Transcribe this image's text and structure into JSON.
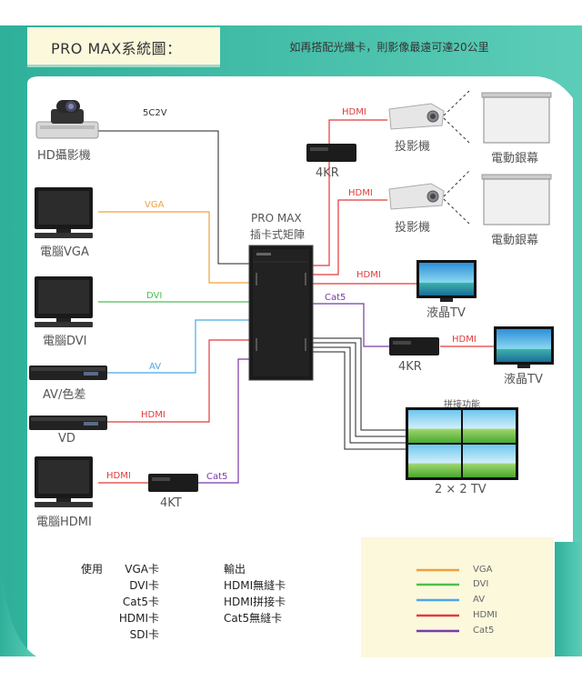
{
  "header": {
    "title": "PRO MAX系統圖：",
    "subtitle": "如再搭配光纖卡，則影像最遠可達20公里"
  },
  "matrix": {
    "name_line1": "PRO MAX",
    "name_line2": "插卡式矩陣"
  },
  "sources": {
    "hd_camera": "HD攝影機",
    "pc_vga": "電腦VGA",
    "pc_dvi": "電腦DVI",
    "av": "AV/色差",
    "vd": "VD",
    "pc_hdmi": "電腦HDMI",
    "kt4": "4KT"
  },
  "outputs": {
    "kr4_top": "4KR",
    "projector1": "投影機",
    "projector2": "投影機",
    "screen1": "電動銀幕",
    "screen2": "電動銀幕",
    "tv1": "液晶TV",
    "kr4_mid": "4KR",
    "tv2": "液晶TV",
    "video_wall_title": "拼接功能",
    "video_wall": "2 × 2  TV"
  },
  "links": {
    "c5c2v": "5C2V",
    "vga": "VGA",
    "dvi": "DVI",
    "av": "AV",
    "hdmi_vd": "HDMI",
    "hdmi_pc": "HDMI",
    "cat5_in": "Cat5",
    "hdmi_proj1": "HDMI",
    "hdmi_proj2": "HDMI",
    "hdmi_tv1": "HDMI",
    "cat5_out": "Cat5",
    "hdmi_tv2": "HDMI"
  },
  "cards": {
    "use_label": "使用",
    "input_cards": [
      "VGA卡",
      "DVI卡",
      "Cat5卡",
      "HDMI卡",
      "SDI卡"
    ],
    "output_label": "輸出",
    "output_cards": [
      "HDMI無縫卡",
      "HDMI拼接卡",
      "Cat5無縫卡"
    ]
  },
  "legend": [
    {
      "label": "VGA",
      "color": "#f0a040"
    },
    {
      "label": "DVI",
      "color": "#4cbf50"
    },
    {
      "label": "AV",
      "color": "#4aa8e8"
    },
    {
      "label": "HDMI",
      "color": "#e23a3a"
    },
    {
      "label": "Cat5",
      "color": "#7a3aa8"
    }
  ],
  "colors": {
    "teal": "#3cbfa7",
    "vga": "#f0a040",
    "dvi": "#4cbf50",
    "av": "#4aa8e8",
    "hdmi": "#e23a3a",
    "cat5": "#7a3aa8",
    "black_line": "#222222"
  }
}
